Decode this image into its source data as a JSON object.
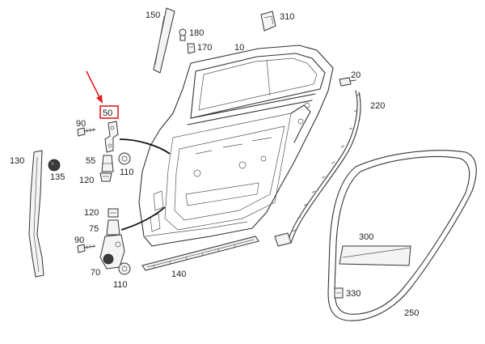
{
  "colors": {
    "highlight": "#e02020",
    "ink": "#222222",
    "line": "#333333"
  },
  "callouts": {
    "p150": "150",
    "p310": "310",
    "p180": "180",
    "p170": "170",
    "p10": "10",
    "p20": "20",
    "p220": "220",
    "p50": "50",
    "p90_top": "90",
    "p130": "130",
    "p135": "135",
    "p55": "55",
    "p110_top": "110",
    "p120_top": "120",
    "p120_bottom": "120",
    "p75": "75",
    "p90_bottom": "90",
    "p70": "70",
    "p110_bottom": "110",
    "p140": "140",
    "p300": "300",
    "p330": "330",
    "p250": "250"
  },
  "highlighted_part": "50"
}
